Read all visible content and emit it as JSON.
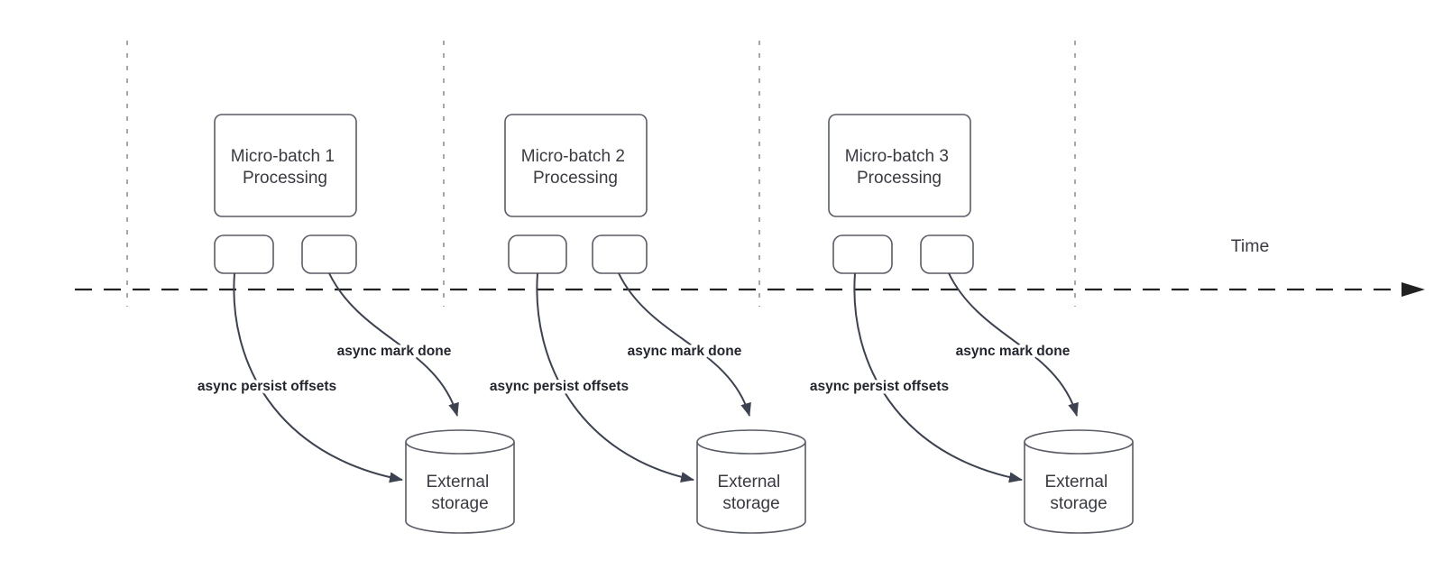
{
  "diagram": {
    "time_label": "Time",
    "batches": [
      {
        "title_line1": "Micro-batch 1",
        "title_line2": "Processing",
        "persist_label": "async persist offsets",
        "mark_done_label": "async mark done",
        "storage_line1": "External",
        "storage_line2": "storage"
      },
      {
        "title_line1": "Micro-batch 2",
        "title_line2": "Processing",
        "persist_label": "async persist offsets",
        "mark_done_label": "async mark done",
        "storage_line1": "External",
        "storage_line2": "storage"
      },
      {
        "title_line1": "Micro-batch 3",
        "title_line2": "Processing",
        "persist_label": "async persist offsets",
        "mark_done_label": "async mark done",
        "storage_line1": "External",
        "storage_line2": "storage"
      }
    ],
    "colors": {
      "shape_stroke": "#5a5c66",
      "arrow_stroke": "#3c4250",
      "axis_stroke": "#212121",
      "gridline_stroke": "#a8a8a8",
      "box_text": "#3a3b42",
      "label_text": "#23262e",
      "background": "#ffffff"
    }
  }
}
